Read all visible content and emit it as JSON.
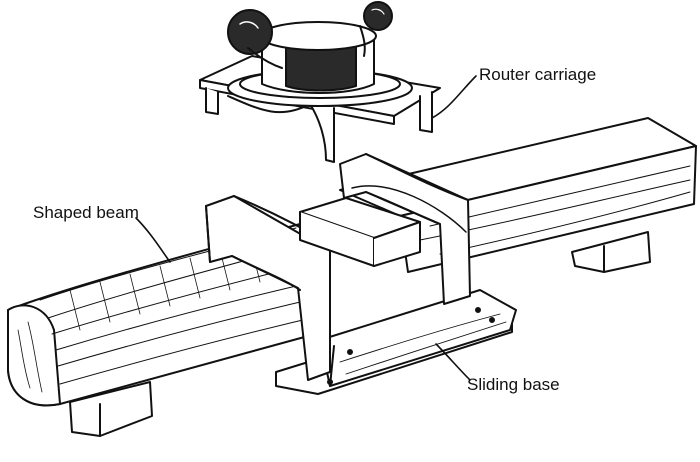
{
  "labels": {
    "router_carriage": "Router carriage",
    "shaped_beam": "Shaped beam",
    "sliding_base": "Sliding base"
  },
  "colors": {
    "ink": "#111111",
    "paper": "#ffffff",
    "router_body": "#2a2a2a"
  }
}
